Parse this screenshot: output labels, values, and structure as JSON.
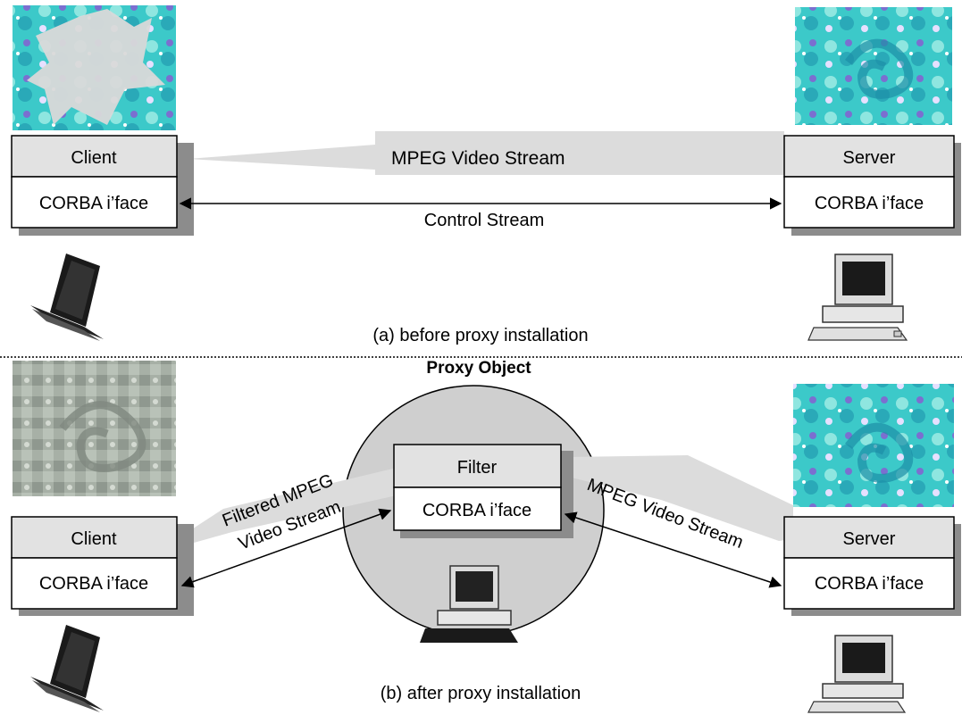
{
  "colors": {
    "box_fill_top": "#e2e2e2",
    "box_fill_bottom": "#ffffff",
    "shadow": "#8c8c8c",
    "arrow_fill": "#dcdcdc",
    "globe_fill": "#cfcfcf",
    "fractal_cyan": "#38c8c8",
    "fractal_gray": "#9aa39a"
  },
  "panel_a": {
    "caption": "(a) before proxy installation",
    "client": {
      "label": "Client",
      "iface": "CORBA i’face"
    },
    "server": {
      "label": "Server",
      "iface": "CORBA i’face"
    },
    "video_stream_label": "MPEG Video Stream",
    "control_stream_label": "Control Stream",
    "icons": {
      "client_device": "laptop-icon",
      "server_device": "desktop-computer-icon"
    }
  },
  "panel_b": {
    "caption": "(b) after proxy installation",
    "proxy_title": "Proxy Object",
    "filter": {
      "label": "Filter",
      "iface": "CORBA i’face"
    },
    "client": {
      "label": "Client",
      "iface": "CORBA i’face"
    },
    "server": {
      "label": "Server",
      "iface": "CORBA i’face"
    },
    "filtered_label_line1": "Filtered MPEG",
    "filtered_label_line2": "Video Stream",
    "video_stream_label": "MPEG Video Stream",
    "icons": {
      "client_device": "laptop-icon",
      "server_device": "desktop-computer-icon",
      "proxy_device": "desktop-computer-icon"
    }
  }
}
